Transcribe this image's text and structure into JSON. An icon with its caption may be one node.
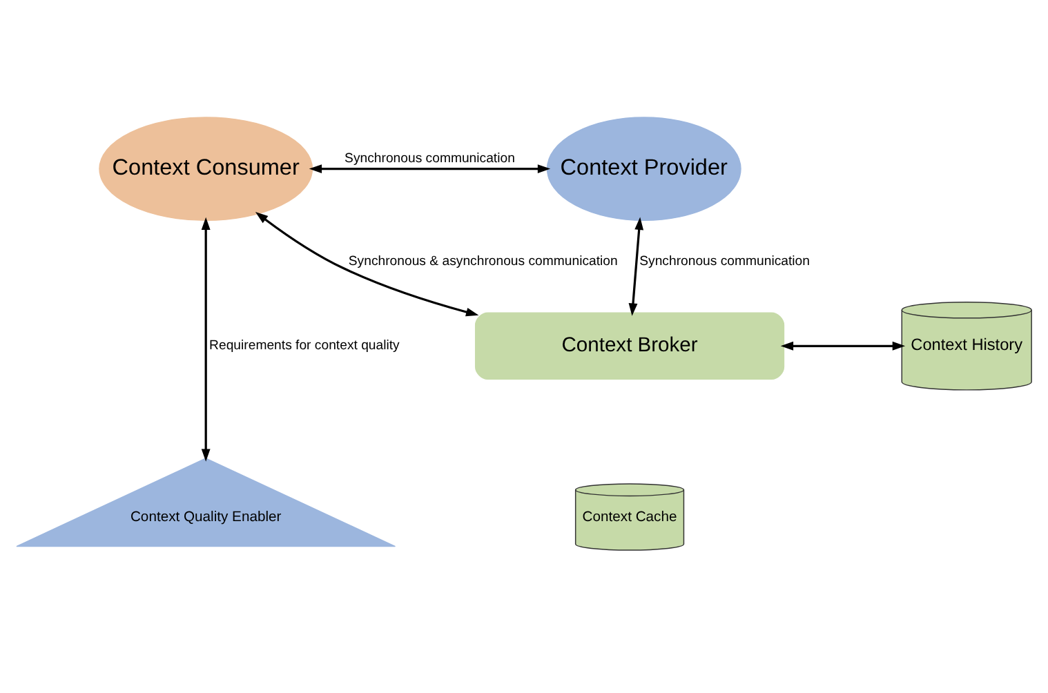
{
  "diagram": {
    "nodes": [
      {
        "text": [
          "Context Consumer"
        ]
      },
      {
        "text": [
          "Context Provider"
        ]
      },
      {
        "text": [
          "Context Broker"
        ]
      },
      {
        "text": [
          "Context Cache"
        ]
      },
      {
        "text": [
          "Context History"
        ]
      },
      {
        "text": [
          "Context Quality Enabler"
        ]
      }
    ],
    "edges": [
      {
        "from": 0,
        "to": 1,
        "arrow": "both",
        "label": "Synchronous communication"
      },
      {
        "from": 0,
        "to": 2,
        "arrow": "both",
        "label": "Synchronous & asynchronous communication"
      },
      {
        "from": 1,
        "to": 2,
        "arrow": "both",
        "label": "Synchronous communication"
      },
      {
        "from": 2,
        "to": 4,
        "arrow": "both"
      },
      {
        "from": 0,
        "to": 5,
        "arrow": "both",
        "label": "Requirements for context quality"
      }
    ]
  }
}
